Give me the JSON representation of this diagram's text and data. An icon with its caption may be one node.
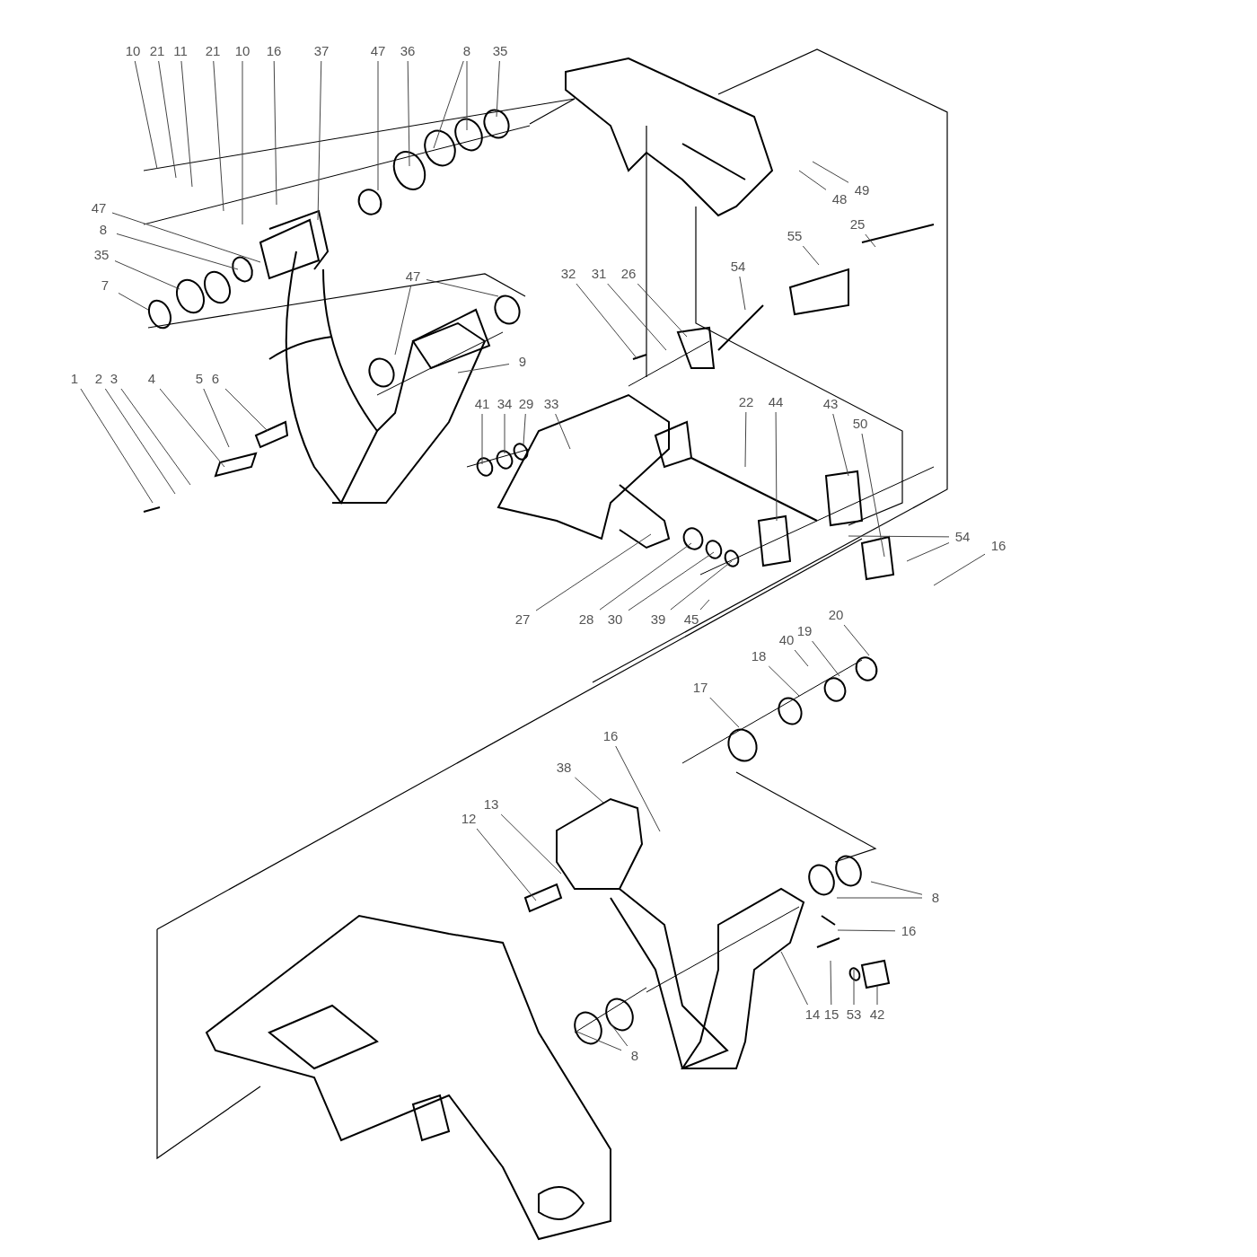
{
  "diagram": {
    "nodes": [
      {
        "text": [
          "10"
        ]
      },
      {
        "text": [
          "21"
        ]
      },
      {
        "text": [
          "11"
        ]
      },
      {
        "text": [
          "21"
        ]
      },
      {
        "text": [
          "10"
        ]
      },
      {
        "text": [
          "16"
        ]
      },
      {
        "text": [
          "37"
        ]
      },
      {
        "text": [
          "47"
        ]
      },
      {
        "text": [
          "36"
        ]
      },
      {
        "text": [
          "8"
        ]
      },
      {
        "text": [
          "35"
        ]
      },
      {
        "text": [
          "47"
        ]
      },
      {
        "text": [
          "8"
        ]
      },
      {
        "text": [
          "35"
        ]
      },
      {
        "text": [
          "7"
        ]
      },
      {
        "text": [
          "47"
        ]
      },
      {
        "text": [
          "9"
        ]
      },
      {
        "text": [
          "1"
        ]
      },
      {
        "text": [
          "2"
        ]
      },
      {
        "text": [
          "3"
        ]
      },
      {
        "text": [
          "4"
        ]
      },
      {
        "text": [
          "5"
        ]
      },
      {
        "text": [
          "6"
        ]
      },
      {
        "text": [
          "49"
        ]
      },
      {
        "text": [
          "48"
        ]
      },
      {
        "text": [
          "55"
        ]
      },
      {
        "text": [
          "25"
        ]
      },
      {
        "text": [
          "54"
        ]
      },
      {
        "text": [
          "32"
        ]
      },
      {
        "text": [
          "31"
        ]
      },
      {
        "text": [
          "26"
        ]
      },
      {
        "text": [
          "41"
        ]
      },
      {
        "text": [
          "34"
        ]
      },
      {
        "text": [
          "29"
        ]
      },
      {
        "text": [
          "33"
        ]
      },
      {
        "text": [
          "22"
        ]
      },
      {
        "text": [
          "44"
        ]
      },
      {
        "text": [
          "43"
        ]
      },
      {
        "text": [
          "50"
        ]
      },
      {
        "text": [
          "54"
        ]
      },
      {
        "text": [
          "16"
        ]
      },
      {
        "text": [
          "27"
        ]
      },
      {
        "text": [
          "28"
        ]
      },
      {
        "text": [
          "30"
        ]
      },
      {
        "text": [
          "39"
        ]
      },
      {
        "text": [
          "45"
        ]
      },
      {
        "text": [
          "20"
        ]
      },
      {
        "text": [
          "19"
        ]
      },
      {
        "text": [
          "40"
        ]
      },
      {
        "text": [
          "18"
        ]
      },
      {
        "text": [
          "17"
        ]
      },
      {
        "text": [
          "16"
        ]
      },
      {
        "text": [
          "38"
        ]
      },
      {
        "text": [
          "13"
        ]
      },
      {
        "text": [
          "12"
        ]
      },
      {
        "text": [
          "8"
        ]
      },
      {
        "text": [
          "16"
        ]
      },
      {
        "text": [
          "14"
        ]
      },
      {
        "text": [
          "15"
        ]
      },
      {
        "text": [
          "53"
        ]
      },
      {
        "text": [
          "42"
        ]
      },
      {
        "text": [
          "8"
        ]
      }
    ],
    "edges": [
      {
        "from": 0,
        "to": null,
        "arrow": "none"
      },
      {
        "from": 1,
        "to": null,
        "arrow": "none"
      },
      {
        "from": 2,
        "to": null,
        "arrow": "none"
      },
      {
        "from": 3,
        "to": null,
        "arrow": "none"
      },
      {
        "from": 4,
        "to": null,
        "arrow": "none"
      },
      {
        "from": 5,
        "to": null,
        "arrow": "none"
      },
      {
        "from": 6,
        "to": null,
        "arrow": "none"
      },
      {
        "from": 7,
        "to": null,
        "arrow": "none"
      },
      {
        "from": 8,
        "to": null,
        "arrow": "none"
      },
      {
        "from": 9,
        "to": null,
        "arrow": "none"
      },
      {
        "from": 9,
        "to": null,
        "arrow": "none"
      },
      {
        "from": 10,
        "to": null,
        "arrow": "none"
      },
      {
        "from": 11,
        "to": null,
        "arrow": "none"
      },
      {
        "from": 12,
        "to": null,
        "arrow": "none"
      },
      {
        "from": 13,
        "to": null,
        "arrow": "none"
      },
      {
        "from": 14,
        "to": null,
        "arrow": "none"
      },
      {
        "from": 15,
        "to": null,
        "arrow": "none"
      },
      {
        "from": 15,
        "to": null,
        "arrow": "none"
      },
      {
        "from": 16,
        "to": null,
        "arrow": "none"
      },
      {
        "from": 17,
        "to": null,
        "arrow": "none"
      },
      {
        "from": 18,
        "to": null,
        "arrow": "none"
      },
      {
        "from": 19,
        "to": null,
        "arrow": "none"
      },
      {
        "from": 20,
        "to": null,
        "arrow": "none"
      },
      {
        "from": 21,
        "to": null,
        "arrow": "none"
      },
      {
        "from": 22,
        "to": null,
        "arrow": "none"
      },
      {
        "from": 23,
        "to": null,
        "arrow": "none"
      },
      {
        "from": 24,
        "to": null,
        "arrow": "none"
      },
      {
        "from": 25,
        "to": null,
        "arrow": "none"
      },
      {
        "from": 26,
        "to": null,
        "arrow": "none"
      },
      {
        "from": 27,
        "to": null,
        "arrow": "none"
      },
      {
        "from": 28,
        "to": null,
        "arrow": "none"
      },
      {
        "from": 29,
        "to": null,
        "arrow": "none"
      },
      {
        "from": 30,
        "to": null,
        "arrow": "none"
      },
      {
        "from": 31,
        "to": null,
        "arrow": "none"
      },
      {
        "from": 32,
        "to": null,
        "arrow": "none"
      },
      {
        "from": 33,
        "to": null,
        "arrow": "none"
      },
      {
        "from": 34,
        "to": null,
        "arrow": "none"
      },
      {
        "from": 35,
        "to": null,
        "arrow": "none"
      },
      {
        "from": 36,
        "to": null,
        "arrow": "none"
      },
      {
        "from": 37,
        "to": null,
        "arrow": "none"
      },
      {
        "from": 38,
        "to": null,
        "arrow": "none"
      },
      {
        "from": 39,
        "to": null,
        "arrow": "none"
      },
      {
        "from": 39,
        "to": null,
        "arrow": "none"
      },
      {
        "from": 40,
        "to": null,
        "arrow": "none"
      },
      {
        "from": 41,
        "to": null,
        "arrow": "none"
      },
      {
        "from": 42,
        "to": null,
        "arrow": "none"
      },
      {
        "from": 43,
        "to": null,
        "arrow": "none"
      },
      {
        "from": 44,
        "to": null,
        "arrow": "none"
      },
      {
        "from": 45,
        "to": null,
        "arrow": "none"
      },
      {
        "from": 46,
        "to": null,
        "arrow": "none"
      },
      {
        "from": 47,
        "to": null,
        "arrow": "none"
      },
      {
        "from": 48,
        "to": null,
        "arrow": "none"
      },
      {
        "from": 49,
        "to": null,
        "arrow": "none"
      },
      {
        "from": 50,
        "to": null,
        "arrow": "none"
      },
      {
        "from": 51,
        "to": null,
        "arrow": "none"
      },
      {
        "from": 52,
        "to": null,
        "arrow": "none"
      },
      {
        "from": 53,
        "to": null,
        "arrow": "none"
      },
      {
        "from": 54,
        "to": null,
        "arrow": "none"
      },
      {
        "from": 55,
        "to": null,
        "arrow": "none"
      },
      {
        "from": 55,
        "to": null,
        "arrow": "none"
      },
      {
        "from": 56,
        "to": null,
        "arrow": "none"
      },
      {
        "from": 57,
        "to": null,
        "arrow": "none"
      },
      {
        "from": 58,
        "to": null,
        "arrow": "none"
      },
      {
        "from": 59,
        "to": null,
        "arrow": "none"
      },
      {
        "from": 60,
        "to": null,
        "arrow": "none"
      },
      {
        "from": 61,
        "to": null,
        "arrow": "none"
      },
      {
        "from": 61,
        "to": null,
        "arrow": "none"
      }
    ]
  }
}
